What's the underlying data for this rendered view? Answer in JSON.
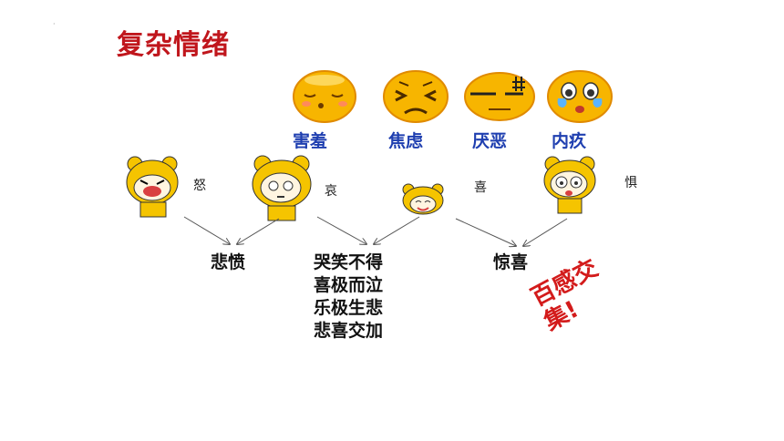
{
  "title": "复杂情绪",
  "emojis": [
    {
      "label": "害羞",
      "icon": "shy-emoji-icon"
    },
    {
      "label": "焦虑",
      "icon": "anxious-emoji-icon"
    },
    {
      "label": "厌恶",
      "icon": "disgust-emoji-icon"
    },
    {
      "label": "内疚",
      "icon": "guilty-emoji-icon"
    }
  ],
  "basic_emotions": [
    "怒",
    "哀",
    "喜",
    "惧"
  ],
  "results": {
    "anger_sadness": "悲愤",
    "mixed_lines": [
      "哭笑不得",
      "喜极而泣",
      "乐极生悲",
      "悲喜交加"
    ],
    "joy_fear": "惊喜"
  },
  "stamp": {
    "line1": "百感交",
    "line2": "集!"
  },
  "colors": {
    "title": "#c0161c",
    "label": "#1f3fb0",
    "emoji": "#f5b800",
    "stamp": "#d31b1b"
  }
}
